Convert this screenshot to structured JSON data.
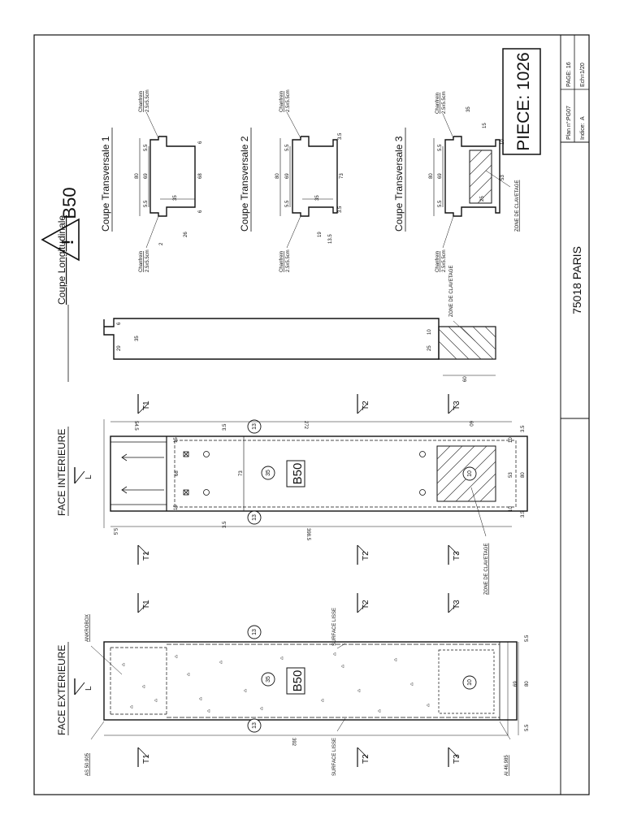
{
  "title_block": {
    "piece": "PIECE: 1026",
    "warning_mark": "!",
    "type_code": "B50",
    "address": "75018 PARIS",
    "plan_no_label": "Plan n°:",
    "plan_no": "PG07",
    "page": "PAGE: 16",
    "indice_label": "Indice:",
    "indice": "A",
    "scale": "Ech=1/20"
  },
  "sections": {
    "face_exterieure": "FACE EXTERIEURE",
    "face_interieure": "FACE INTERIEURE",
    "coupe_longitudinale": "Coupe Longitudinale",
    "coupe_1": "Coupe Transversale 1",
    "coupe_2": "Coupe Transversale 2",
    "coupe_3": "Coupe Transversale 3"
  },
  "markers": {
    "L": "L",
    "T1": "T1",
    "T2": "T2",
    "T3": "T3"
  },
  "labels": {
    "b50": "B50",
    "ankrobox": "ANKROBOX",
    "surface_lisse": "SURFACE LISSE",
    "zone_clavetage": "ZONE DE CLAVETAGE",
    "as": "AS 50.905",
    "ai": "AI 46.985",
    "chanfrein": "Chanfrein",
    "chanfrein_dim": "2.5x5.5cm"
  },
  "bubbles": {
    "b13": "13",
    "b35": "35",
    "b10": "10"
  },
  "dims": {
    "ext_len": "392",
    "ext_w": "80",
    "ext_mid": "69",
    "ext_side": "5.5",
    "int_len": "398.5",
    "int_272": "272",
    "int_545": "54.5",
    "int_60": "60",
    "int_55": "5.5",
    "int_68": "68",
    "int_73": "73",
    "int_35": "3.5",
    "int_15": "15",
    "int_10": "10",
    "int_53": "53",
    "int_80": "80",
    "cl_29": "29",
    "cl_6": "6",
    "cl_35": "35",
    "cl_10": "10",
    "cl_25": "25",
    "cl_60": "60",
    "c_80": "80",
    "c_69": "69",
    "c_55": "5.5",
    "c_68": "68",
    "c_35": "35",
    "c_6": "6",
    "c_26": "26",
    "c_73": "73",
    "c_19": "19",
    "c_135": "13.5",
    "c_25": "25",
    "c_53": "53",
    "c_10": "10",
    "c_15": "15",
    "c_2": "2"
  }
}
